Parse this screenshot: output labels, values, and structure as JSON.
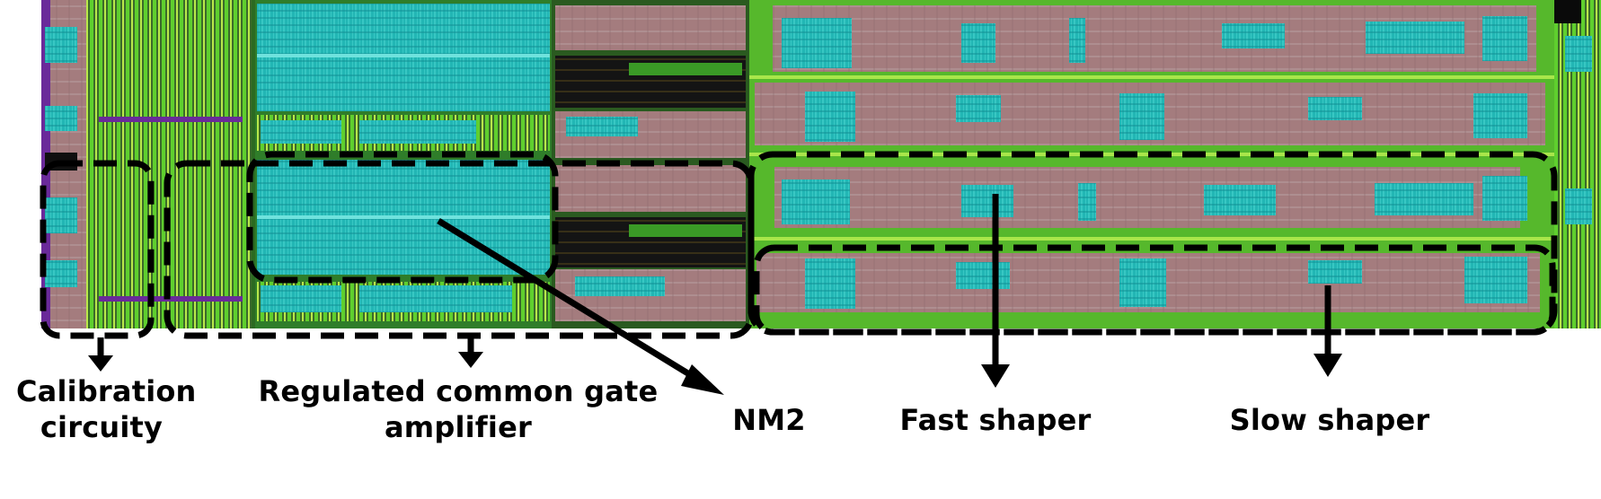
{
  "figure": {
    "labels": {
      "calibration": "Calibration circuity",
      "rcga": "Regulated common gate amplifier",
      "nm2": "NM2",
      "fast_shaper": "Fast shaper",
      "slow_shaper": "Slow shaper"
    },
    "colors": {
      "background": "#ffffff",
      "metal_green": "#3aa520",
      "metal_lime": "#7fd63c",
      "diffusion_pink": "#a57a7d",
      "cyan_block": "#22b6b4",
      "dark": "#0a0a0a",
      "purple": "#6a2a9a",
      "annotation": "#000000"
    }
  }
}
